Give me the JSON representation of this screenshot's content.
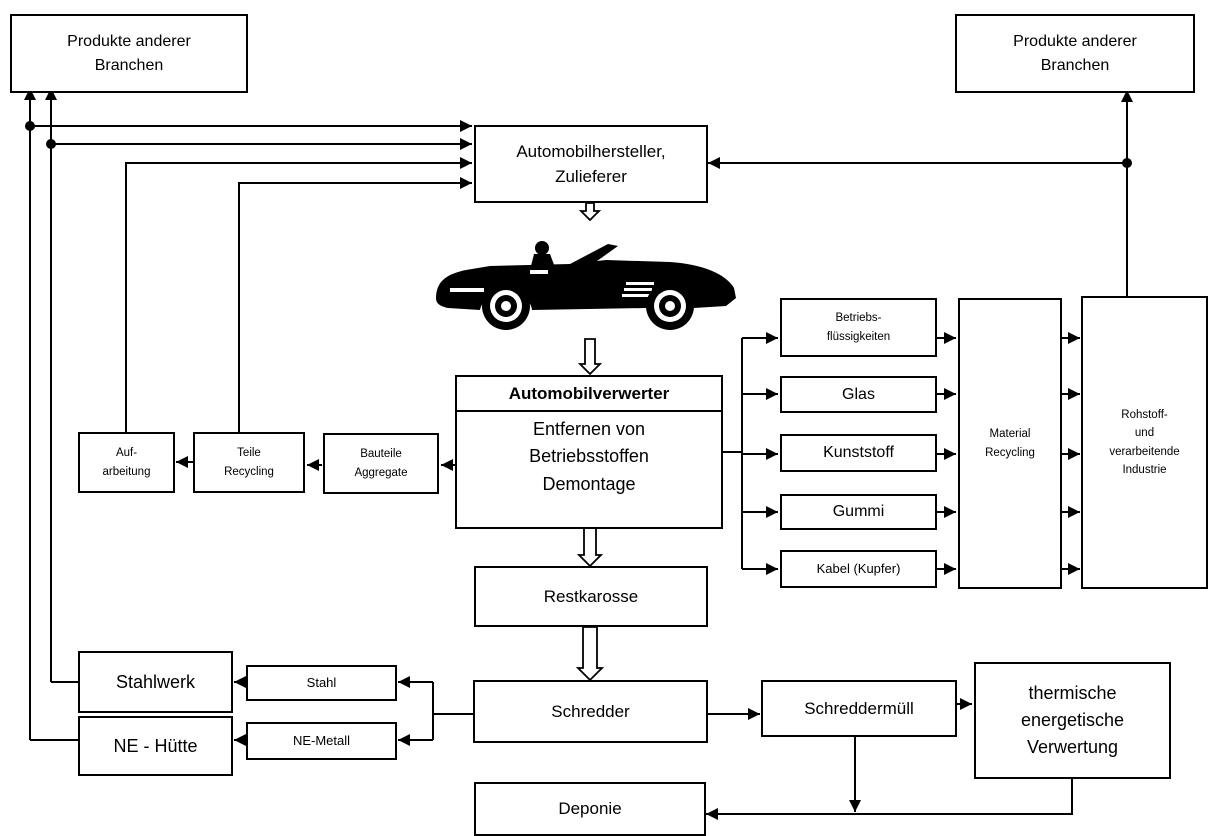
{
  "nodes": {
    "produkte_left": [
      "Produkte anderer",
      "Branchen"
    ],
    "produkte_right": [
      "Produkte anderer",
      "Branchen"
    ],
    "hersteller": [
      "Automobilhersteller,",
      "Zulieferer"
    ],
    "verwerter_title": "Automobilverwerter",
    "verwerter_body": [
      "Entfernen von",
      "Betriebsstoffen",
      "Demontage"
    ],
    "aufarbeitung": [
      "Auf-",
      "arbeitung"
    ],
    "teile_recycling": [
      "Teile",
      "Recycling"
    ],
    "bauteile": [
      "Bauteile",
      "Aggregate"
    ],
    "betriebsfluessigkeiten": [
      "Betriebs-",
      "flüssigkeiten"
    ],
    "glas": "Glas",
    "kunststoff": "Kunststoff",
    "gummi": "Gummi",
    "kabel": "Kabel (Kupfer)",
    "material_recycling": [
      "Material",
      "Recycling"
    ],
    "rohstoff": [
      "Rohstoff-",
      "und",
      "verarbeitende",
      "Industrie"
    ],
    "restkarosse": "Restkarosse",
    "schredder": "Schredder",
    "schreddermuell": "Schreddermüll",
    "thermische": [
      "thermische",
      "energetische",
      "Verwertung"
    ],
    "stahlwerk": "Stahlwerk",
    "ne_huette": "NE - Hütte",
    "stahl": "Stahl",
    "ne_metall": "NE-Metall",
    "deponie": "Deponie"
  },
  "colors": {
    "line": "#000000",
    "background": "#ffffff"
  },
  "icons": {
    "car": "convertible-car-with-driver-icon"
  }
}
